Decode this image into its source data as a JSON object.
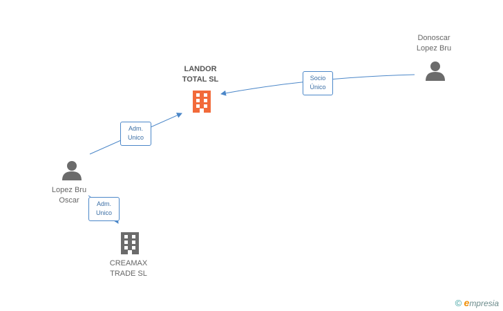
{
  "nodes": {
    "landor": {
      "line1": "LANDOR",
      "line2": "TOTAL SL",
      "icon": "building-icon",
      "color": "#f26a3a"
    },
    "creamax": {
      "line1": "CREAMAX",
      "line2": "TRADE SL",
      "icon": "building-icon",
      "color": "#6b6b6b"
    },
    "lopez": {
      "line1": "Lopez Bru",
      "line2": "Oscar",
      "icon": "person-icon",
      "color": "#6b6b6b"
    },
    "donoscar": {
      "line1": "Donoscar",
      "line2": "Lopez Bru",
      "icon": "person-icon",
      "color": "#6b6b6b"
    }
  },
  "edges": {
    "donoscar_landor": {
      "line1": "Socio",
      "line2": "Único"
    },
    "lopez_landor": {
      "line1": "Adm.",
      "line2": "Unico"
    },
    "lopez_creamax": {
      "line1": "Adm.",
      "line2": "Unico"
    }
  },
  "colors": {
    "edge": "#4a86c8",
    "main_node": "#f26a3a",
    "secondary_node": "#6b6b6b"
  },
  "watermark": {
    "copyright": "©",
    "brand_initial": "e",
    "brand_rest": "mpresia"
  }
}
